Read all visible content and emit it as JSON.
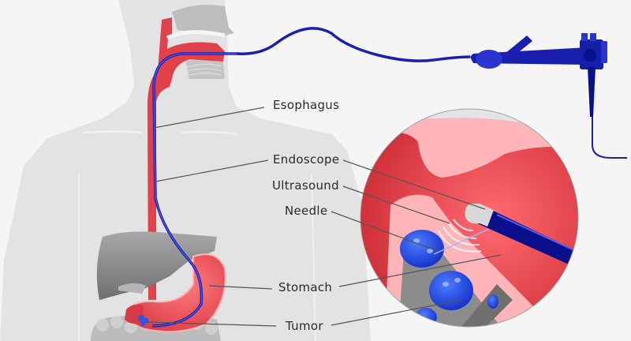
{
  "labels": {
    "esophagus": "Esophagus",
    "endoscope": "Endoscope",
    "ultrasound": "Ultrasound",
    "needle": "Needle",
    "stomach": "Stomach",
    "tumor": "Tumor"
  },
  "colors": {
    "background": "#f5f5f5",
    "body": "#e3e3e3",
    "organ_red": "#e0414a",
    "organ_pink": "#ffb5b8",
    "scope_blue": "#1a1fb0",
    "scope_dark": "#0a0f8a",
    "tumor_blue": "#1f4fe8",
    "organ_gray": "#8e8e8e",
    "leader": "#555555"
  }
}
